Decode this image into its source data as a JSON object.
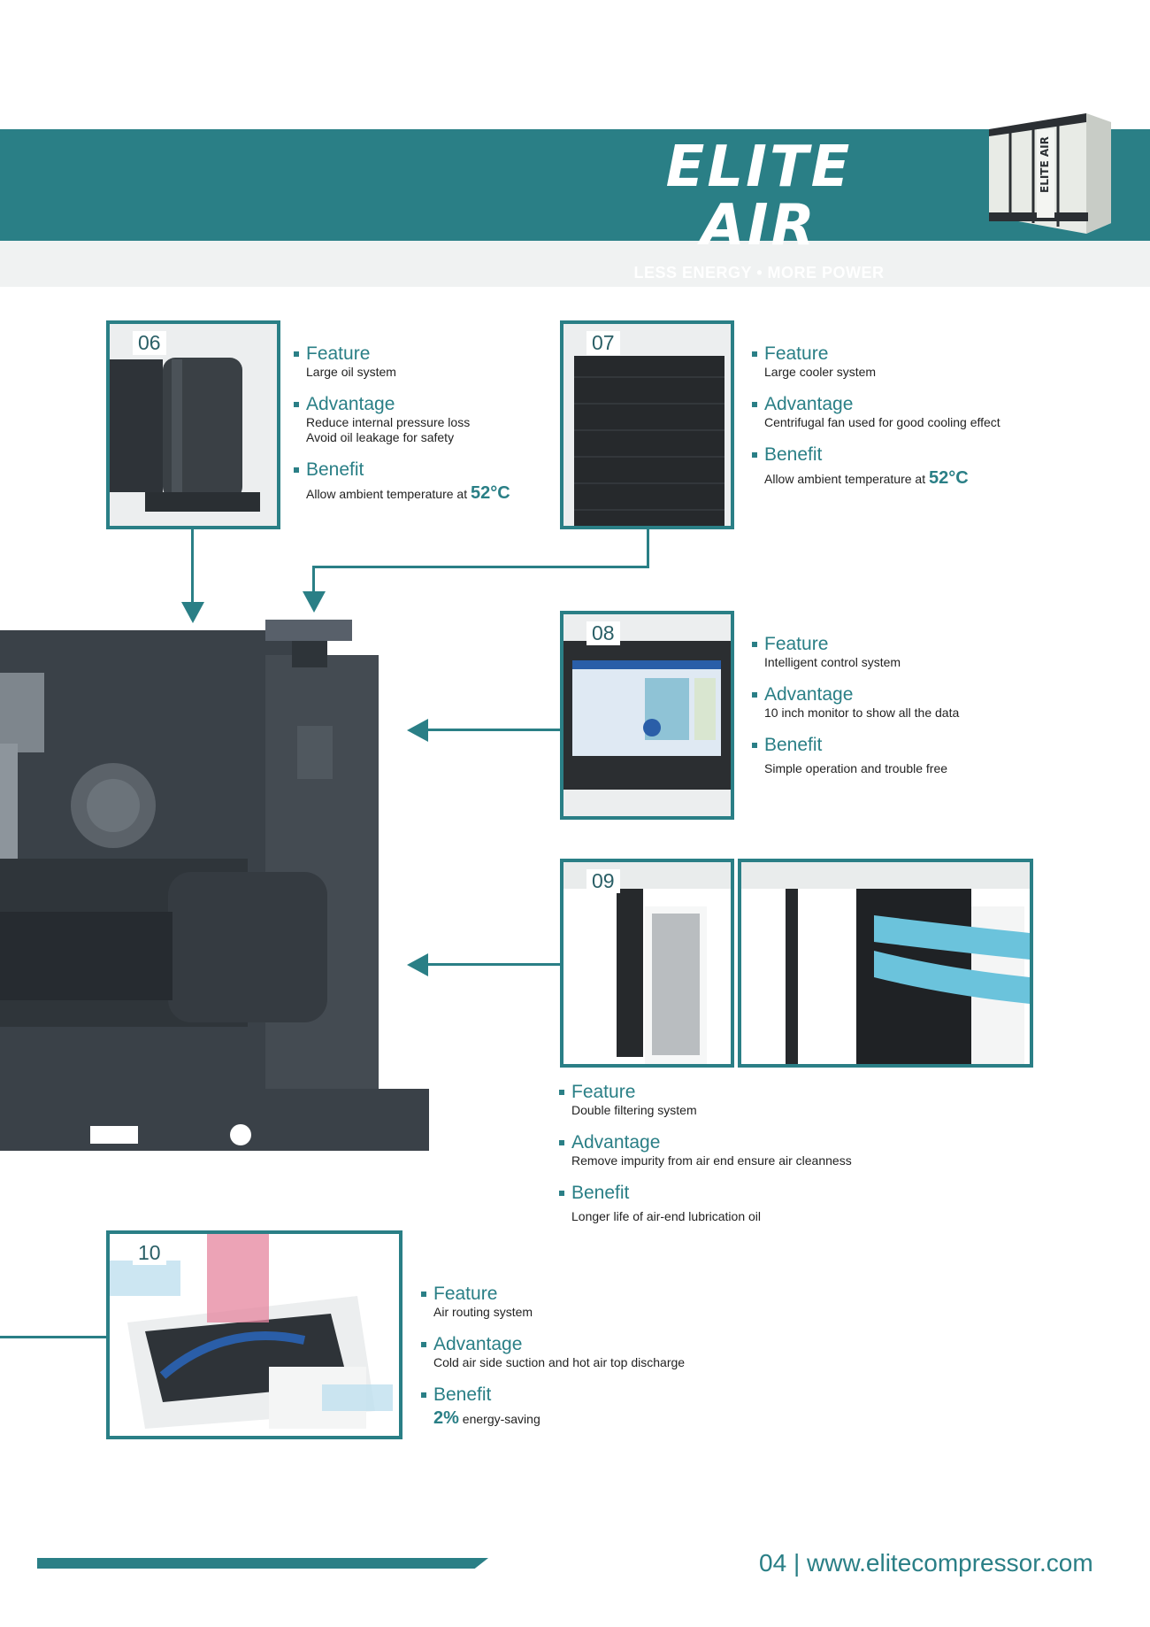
{
  "header": {
    "brand": "ELITE AIR",
    "tagline": "LESS ENERGY • MORE POWER",
    "cabinet_label": "ELITE AIR"
  },
  "items": [
    {
      "number": "06",
      "feature_label": "Feature",
      "feature": "Large oil system",
      "advantage_label": "Advantage",
      "advantage_lines": [
        "Reduce internal pressure loss",
        "Avoid oil leakage for safety"
      ],
      "benefit_label": "Benefit",
      "benefit_text": "Allow ambient temperature at",
      "benefit_value": "52°C"
    },
    {
      "number": "07",
      "feature_label": "Feature",
      "feature": "Large cooler system",
      "advantage_label": "Advantage",
      "advantage": "Centrifugal fan used for good cooling effect",
      "benefit_label": "Benefit",
      "benefit_text": "Allow ambient temperature at",
      "benefit_value": "52°C"
    },
    {
      "number": "08",
      "feature_label": "Feature",
      "feature": "Intelligent control system",
      "advantage_label": "Advantage",
      "advantage": "10 inch monitor to show all the data",
      "benefit_label": "Benefit",
      "benefit": "Simple operation and trouble free"
    },
    {
      "number": "09",
      "feature_label": "Feature",
      "feature": "Double filtering system",
      "advantage_label": "Advantage",
      "advantage": "Remove impurity from air end ensure air cleanness",
      "benefit_label": "Benefit",
      "benefit": "Longer life of air-end lubrication oil"
    },
    {
      "number": "10",
      "feature_label": "Feature",
      "feature": "Air routing system",
      "advantage_label": "Advantage",
      "advantage": "Cold air side suction and hot air top discharge",
      "benefit_label": "Benefit",
      "benefit_value": "2%",
      "benefit_text": "energy-saving"
    }
  ],
  "footer": {
    "page": "04",
    "separator": "|",
    "url": "www.elitecompressor.com"
  },
  "colors": {
    "accent": "#2a7f86",
    "machine": "#3a4148",
    "background": "#ffffff"
  }
}
